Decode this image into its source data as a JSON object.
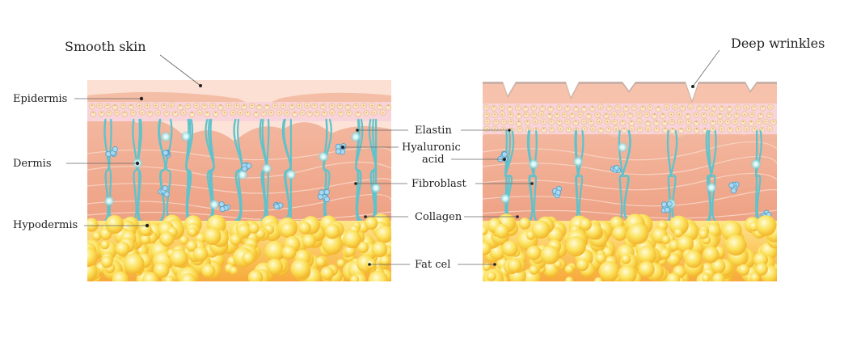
{
  "titles": {
    "left": "Smooth skin",
    "right": "Deep wrinkles"
  },
  "layers": {
    "epidermis": "Epidermis",
    "dermis": "Dermis",
    "hypodermis": "Hypodermis"
  },
  "components": {
    "elastin": "Elastin",
    "hyaluronic_line1": "Hyaluronic",
    "hyaluronic_line2": "acid",
    "fibroblast": "Fibroblast",
    "collagen": "Collagen",
    "fat_cell": "Fat cel"
  },
  "colors": {
    "epidermis": "#f6cdb8",
    "dermis": "#efa48a",
    "cell_layer": "#f7cfd8",
    "fibers": "#5ec3cc",
    "fat": "#f8c83a"
  }
}
